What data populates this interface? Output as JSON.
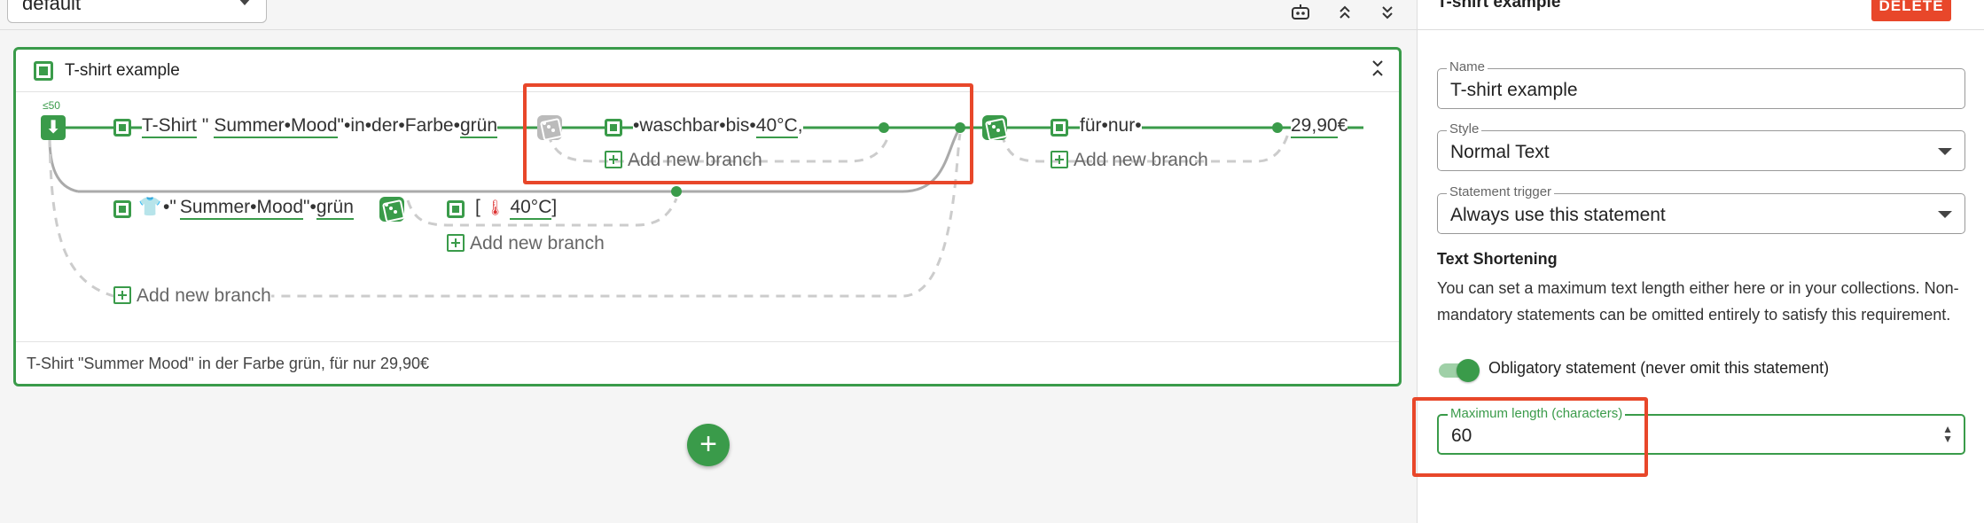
{
  "topbar": {
    "style_value": "default",
    "icons": [
      "robot-icon",
      "collapse-all-icon",
      "expand-all-icon"
    ]
  },
  "card": {
    "title": "T-shirt example",
    "preview": "T-Shirt \"Summer Mood\" in der Farbe grün, für nur 29,90€",
    "row1": {
      "limit_label": "≤50",
      "tokens": [
        "T-Shirt",
        "\"",
        "Summer•Mood",
        "\"•in•der•Farbe•",
        "grün",
        "•waschbar•bis•",
        "40°C",
        ",",
        "für•nur•",
        "29,90",
        "€"
      ],
      "branch_a": "Add new branch",
      "branch_b": "Add new branch"
    },
    "row2": {
      "tokens": [
        "•\"",
        "Summer•Mood",
        "\"•",
        "grün",
        "[",
        "40°C",
        "]"
      ],
      "branch": "Add new branch"
    },
    "row3": {
      "branch": "Add new branch"
    }
  },
  "panel": {
    "title": "T-shirt example",
    "delete_label": "DELETE",
    "name_label": "Name",
    "name_value": "T-shirt example",
    "style_label": "Style",
    "style_value": "Normal Text",
    "trigger_label": "Statement trigger",
    "trigger_value": "Always use this statement",
    "ts_heading": "Text Shortening",
    "ts_text": "You can set a maximum text length either here or in your collections. Non-mandatory statements can be omitted entirely to satisfy this requirement.",
    "toggle_label": "Obligatory statement (never omit this statement)",
    "toggle_on": true,
    "maxlen_label": "Maximum length (characters)",
    "maxlen_value": "60"
  },
  "colors": {
    "accent": "#3a9b4a",
    "danger": "#e8472a",
    "highlight": "#e8472a"
  }
}
